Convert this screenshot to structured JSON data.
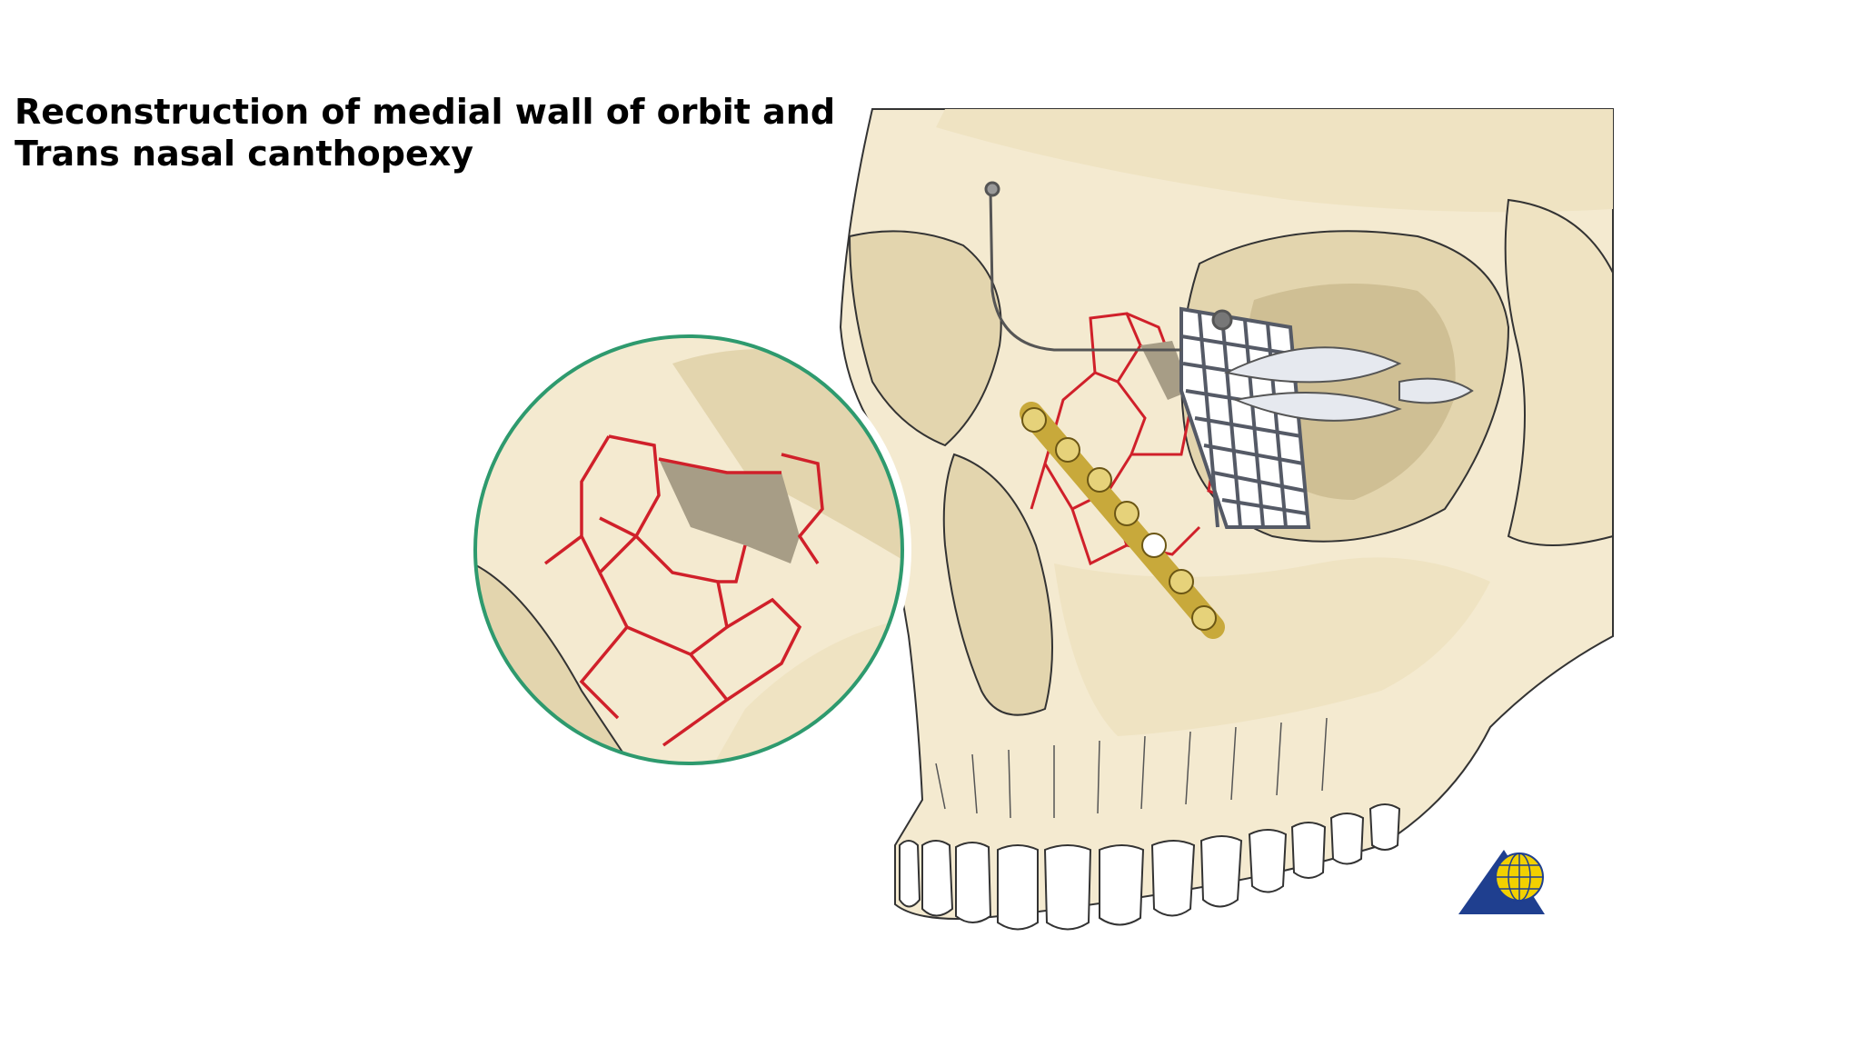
{
  "slide": {
    "title_line_1": "Reconstruction of medial wall of orbit and",
    "title_line_2": "Trans nasal canthopexy"
  },
  "illustration": {
    "subject": "skull-orbit-medial-wall-reconstruction",
    "colors": {
      "bone": "#f4ead0",
      "bone_shadow": "#e3d5ae",
      "bone_deep": "#cfbf94",
      "fracture_line": "#d0202a",
      "bone_gap": "#a79d86",
      "plate": "#c8a93b",
      "mesh": "#555a66",
      "inset_border": "#2e9a6e",
      "logo_blue": "#1f3f8f",
      "logo_globe": "#f2d100"
    },
    "icons": [
      "ao-foundation-logo",
      "globe-icon",
      "screw-icon",
      "wire-icon"
    ]
  }
}
